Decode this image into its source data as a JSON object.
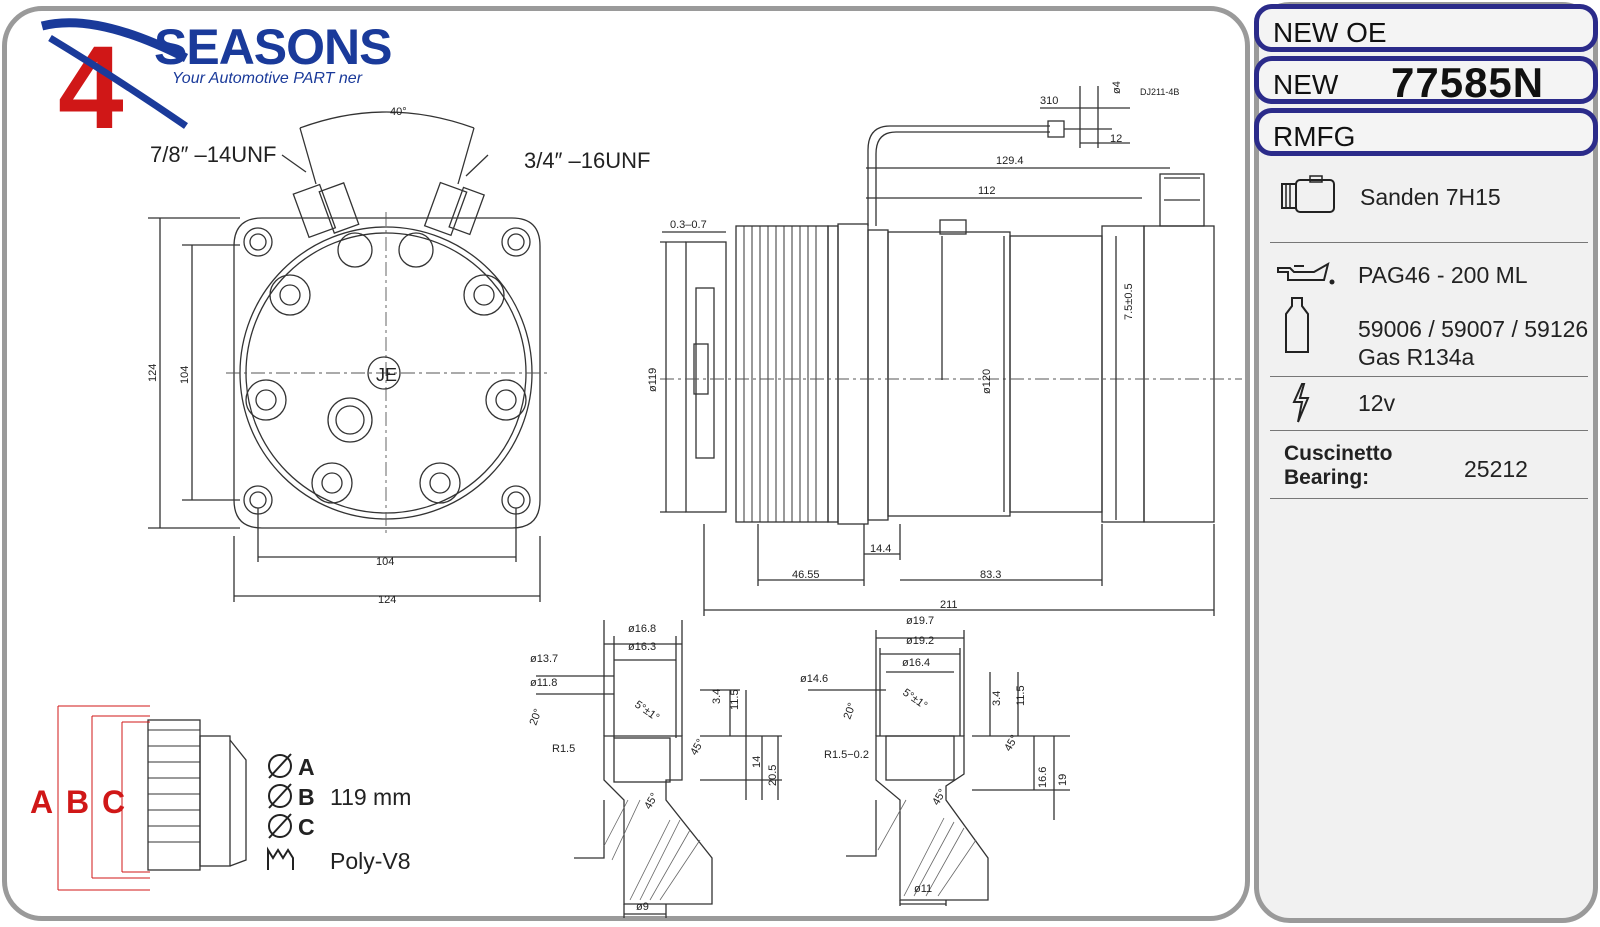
{
  "brand": {
    "logo_digit": "4",
    "name": "SEASONS",
    "tagline": "Your Automotive PART ner"
  },
  "header_tabs": [
    {
      "label": "NEW OE",
      "part_number": ""
    },
    {
      "label": "NEW",
      "part_number": "77585N"
    },
    {
      "label": "RMFG",
      "part_number": ""
    }
  ],
  "specs": {
    "compressor": "Sanden 7H15",
    "oil": "PAG46 - 200 ML",
    "gas_refs": "59006 / 59007 / 59126",
    "gas": "Gas R134a",
    "voltage": "12v",
    "bearing_label_line1": "Cuscinetto",
    "bearing_label_line2": "Bearing:",
    "bearing_value": "25212"
  },
  "pulley_legend": {
    "letters": [
      "A",
      "B",
      "C"
    ],
    "diameter_a": "A",
    "diameter_b": "B",
    "diameter_c": "C",
    "diameter_value": "119 mm",
    "belt": "Poly-V8"
  },
  "icons": {
    "compressor": "compressor-icon",
    "oil": "oil-can-icon",
    "gas": "gas-bottle-icon",
    "voltage": "lightning-icon",
    "diameter": "diameter-icon",
    "belt": "poly-v-belt-icon"
  },
  "front_view": {
    "thread_left": "7/8″ –14UNF",
    "thread_right": "3/4″ –16UNF",
    "angle": "40°",
    "dim_124_v": "124",
    "dim_104_v": "104",
    "dim_104_h": "104",
    "dim_124_h": "124",
    "center_mark": "JE"
  },
  "side_view": {
    "dim_310": "310",
    "dim_d4": "ø4",
    "connector": "DJ211-4B",
    "dim_12": "12",
    "dim_1294": "129.4",
    "dim_112": "112",
    "dim_0307": "0.3–0.7",
    "dim_75": "7.5±0.5",
    "dim_d119": "ø119",
    "dim_d120": "ø120",
    "dim_144": "14.4",
    "dim_4655": "46.55",
    "dim_833": "83.3",
    "dim_211": "211"
  },
  "port_left": {
    "d168": "ø16.8",
    "d163": "ø16.3",
    "d137": "ø13.7",
    "d118": "ø11.8",
    "ang20": "20°",
    "ang5": "5°±1°",
    "r15": "R1.5",
    "ang45a": "45°",
    "ang45b": "45°",
    "h34": "3.4",
    "h115": "11.5",
    "h14": "14",
    "h205": "20.5",
    "d9": "ø9"
  },
  "port_right": {
    "d197": "ø19.7",
    "d192": "ø19.2",
    "d164": "ø16.4",
    "d146": "ø14.6",
    "ang20": "20°",
    "ang5": "5°±1°",
    "r15": "R1.5−0.2",
    "ang45a": "45°",
    "ang45b": "45°",
    "h34": "3.4",
    "h115": "11.5",
    "h166": "16.6",
    "h19": "19",
    "d11": "ø11"
  }
}
